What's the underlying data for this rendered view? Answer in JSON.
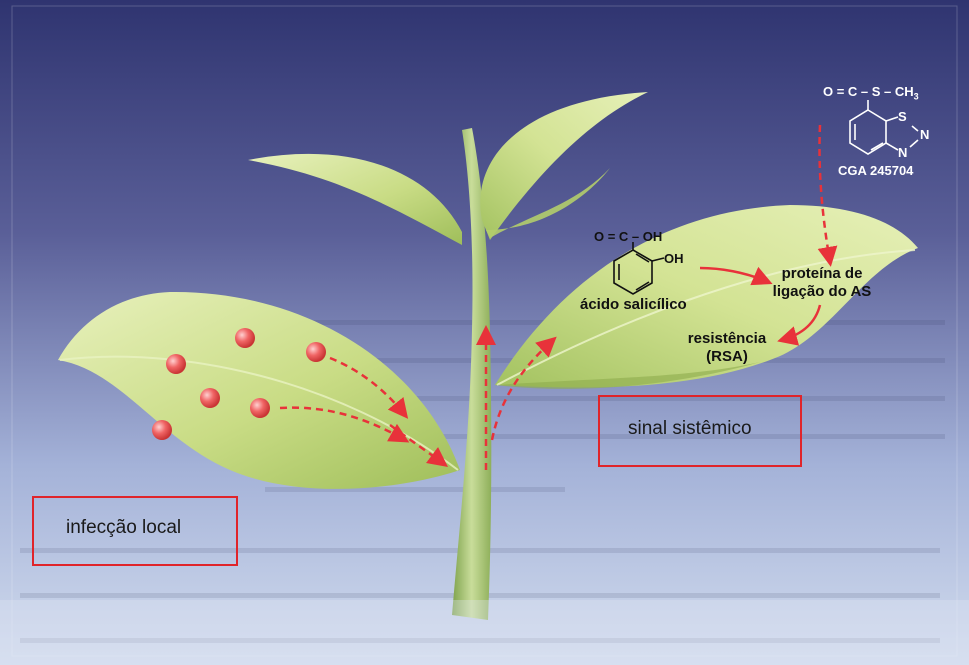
{
  "diagram": {
    "labels": {
      "local_infection": "infecção local",
      "systemic_signal": "sinal sistêmico",
      "salicylic_acid": "ácido salicílico",
      "binding_protein_line1": "proteína de",
      "binding_protein_line2": "ligação do AS",
      "resistance_line1": "resistência",
      "resistance_line2": "(RSA)"
    },
    "salicylic_structure": {
      "carboxyl": "O = C – OH",
      "hydroxyl": "OH"
    },
    "cga_structure": {
      "top_chain": "O = C – S – CH",
      "subscript": "3",
      "ring_s": "S",
      "ring_n1": "N",
      "ring_n2": "N",
      "compound_name": "CGA 245704"
    }
  },
  "colors": {
    "background_top": "#31356e",
    "background_bottom": "#c9d3ea",
    "leaf": "#cfe08c",
    "stem": "#a9c67a",
    "arrow": "#e8323a",
    "infection_dot": "#ef5a5a",
    "box_border": "#e0242a"
  }
}
